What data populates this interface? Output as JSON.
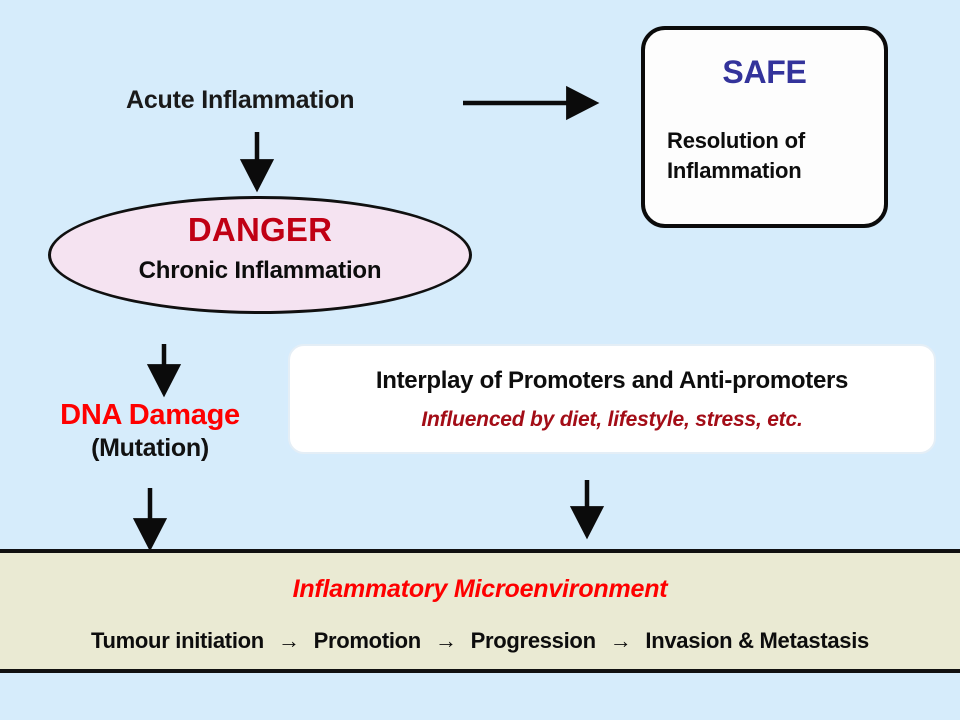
{
  "diagram": {
    "title": "Inflammation to cancer progression pathway",
    "background_color": "#d6ecfb"
  },
  "nodes": {
    "acute": {
      "label": "Acute Inflammation"
    },
    "safe": {
      "title": "SAFE",
      "subtitle": "Resolution of\nInflammation",
      "subtitle_line1": "Resolution of",
      "subtitle_line2": "Inflammation",
      "title_color": "#33339b",
      "fill": "#fdfdfd"
    },
    "danger": {
      "title": "DANGER",
      "subtitle": "Chronic Inflammation",
      "title_color": "#c00014",
      "fill": "#f5e3f1"
    },
    "dna": {
      "title": "DNA Damage",
      "subtitle": "(Mutation)",
      "title_color": "#fe0000"
    },
    "interplay": {
      "line1": "Interplay of Promoters and Anti-promoters",
      "line2": "Influenced by diet, lifestyle, stress, etc.",
      "line2_color": "#a30d17",
      "fill": "#ffffff"
    },
    "microenvironment": {
      "title": "Inflammatory Microenvironment",
      "title_color": "#fe0000",
      "fill": "#eaead3",
      "chain": [
        "Tumour initiation",
        "Promotion",
        "Progression",
        "Invasion & Metastasis"
      ],
      "chain_separator": "→"
    }
  },
  "arrows": [
    {
      "name": "acute-to-safe",
      "direction": "right"
    },
    {
      "name": "acute-to-danger",
      "direction": "down"
    },
    {
      "name": "danger-to-dna",
      "direction": "down"
    },
    {
      "name": "dna-to-microenvironment",
      "direction": "down"
    },
    {
      "name": "interplay-to-microenvironment",
      "direction": "down"
    }
  ]
}
